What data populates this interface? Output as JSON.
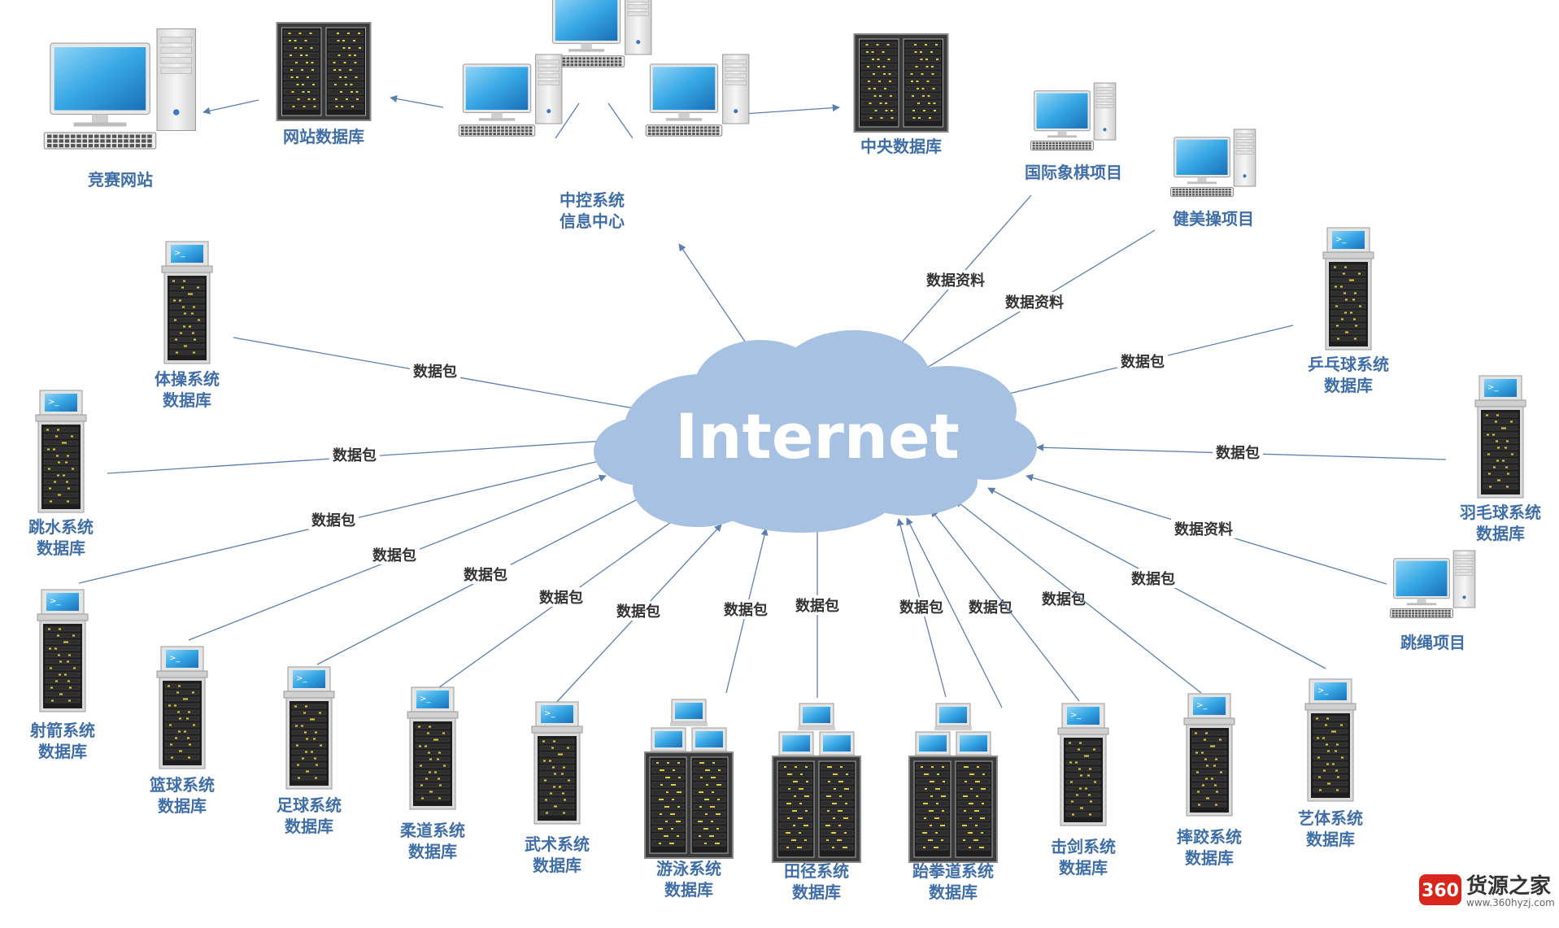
{
  "cloud_label": "Internet",
  "colors": {
    "cloud": "#a7c1e2",
    "edge": "#5b7fb0",
    "node_label": "#3f6ea8",
    "edge_label": "#333333",
    "monitor_screen": "#36a6e4",
    "server_body": "#1e1e1e",
    "server_light": "#e0d040"
  },
  "nodes": [
    {
      "id": "jingsai",
      "label": [
        "竞赛网站"
      ],
      "icon": "desktop-computer-icon"
    },
    {
      "id": "wangzhan",
      "label": [
        "网站数据库"
      ],
      "icon": "server-rack-icon"
    },
    {
      "id": "zhongkong",
      "label": [
        "中控系统",
        "信息中心"
      ],
      "icon": "computer-network-icon"
    },
    {
      "id": "zhongyang",
      "label": [
        "中央数据库"
      ],
      "icon": "server-rack-icon"
    },
    {
      "id": "xiangqi",
      "label": [
        "国际象棋项目"
      ],
      "icon": "desktop-computer-icon"
    },
    {
      "id": "jianmeicao",
      "label": [
        "健美操项目"
      ],
      "icon": "desktop-computer-icon"
    },
    {
      "id": "ticao",
      "label": [
        "体操系统",
        "数据库"
      ],
      "icon": "server-tower-icon"
    },
    {
      "id": "pingpang",
      "label": [
        "乒乓球系统",
        "数据库"
      ],
      "icon": "server-tower-icon"
    },
    {
      "id": "tiaoshui",
      "label": [
        "跳水系统",
        "数据库"
      ],
      "icon": "server-tower-icon"
    },
    {
      "id": "yumaoqiu",
      "label": [
        "羽毛球系统",
        "数据库"
      ],
      "icon": "server-tower-icon"
    },
    {
      "id": "tiaosheng",
      "label": [
        "跳绳项目"
      ],
      "icon": "desktop-computer-icon"
    },
    {
      "id": "shejian",
      "label": [
        "射箭系统",
        "数据库"
      ],
      "icon": "server-tower-icon"
    },
    {
      "id": "lanqiu",
      "label": [
        "篮球系统",
        "数据库"
      ],
      "icon": "server-tower-icon"
    },
    {
      "id": "zuqiu",
      "label": [
        "足球系统",
        "数据库"
      ],
      "icon": "server-tower-icon"
    },
    {
      "id": "roudao",
      "label": [
        "柔道系统",
        "数据库"
      ],
      "icon": "server-tower-icon"
    },
    {
      "id": "wushu",
      "label": [
        "武术系统",
        "数据库"
      ],
      "icon": "server-tower-icon"
    },
    {
      "id": "youyong",
      "label": [
        "游泳系统",
        "数据库"
      ],
      "icon": "server-cluster-icon"
    },
    {
      "id": "tianjing",
      "label": [
        "田径系统",
        "数据库"
      ],
      "icon": "server-cluster-icon"
    },
    {
      "id": "taiquandao",
      "label": [
        "跆拳道系统",
        "数据库"
      ],
      "icon": "server-cluster-icon"
    },
    {
      "id": "jijian",
      "label": [
        "击剑系统",
        "数据库"
      ],
      "icon": "server-tower-icon"
    },
    {
      "id": "shuaijiao",
      "label": [
        "摔跤系统",
        "数据库"
      ],
      "icon": "server-tower-icon"
    },
    {
      "id": "yiti",
      "label": [
        "艺体系统",
        "数据库"
      ],
      "icon": "server-tower-icon"
    }
  ],
  "edges": [
    {
      "id": "ticao",
      "label": "数据包"
    },
    {
      "id": "tiaoshui",
      "label": "数据包"
    },
    {
      "id": "shejian",
      "label": "数据包"
    },
    {
      "id": "lanqiu",
      "label": "数据包"
    },
    {
      "id": "zuqiu",
      "label": "数据包"
    },
    {
      "id": "roudao",
      "label": "数据包"
    },
    {
      "id": "wushu",
      "label": "数据包"
    },
    {
      "id": "youyong",
      "label": "数据包"
    },
    {
      "id": "tianjing",
      "label": "数据包"
    },
    {
      "id": "taiquandao_a",
      "label": "数据包"
    },
    {
      "id": "taiquandao_b",
      "label": "数据包"
    },
    {
      "id": "jijian",
      "label": "数据包"
    },
    {
      "id": "shuaijiao",
      "label": "数据包"
    },
    {
      "id": "yiti",
      "label": "数据包"
    },
    {
      "id": "pingpang",
      "label": "数据包"
    },
    {
      "id": "yumaoqiu",
      "label": "数据包"
    },
    {
      "id": "tiaosheng",
      "label": "数据资料"
    },
    {
      "id": "xiangqi",
      "label": "数据资料"
    },
    {
      "id": "jianmeicao",
      "label": "数据资料"
    },
    {
      "id": "zhongkong",
      "label": ""
    },
    {
      "id": "wangzhan",
      "label": ""
    },
    {
      "id": "jingsai",
      "label": ""
    },
    {
      "id": "zhongyang",
      "label": ""
    },
    {
      "id": "zk1",
      "label": ""
    },
    {
      "id": "zk2",
      "label": ""
    }
  ],
  "watermark": {
    "badge": "360",
    "name": "货源之家",
    "url": "www.360hyzj.com"
  }
}
